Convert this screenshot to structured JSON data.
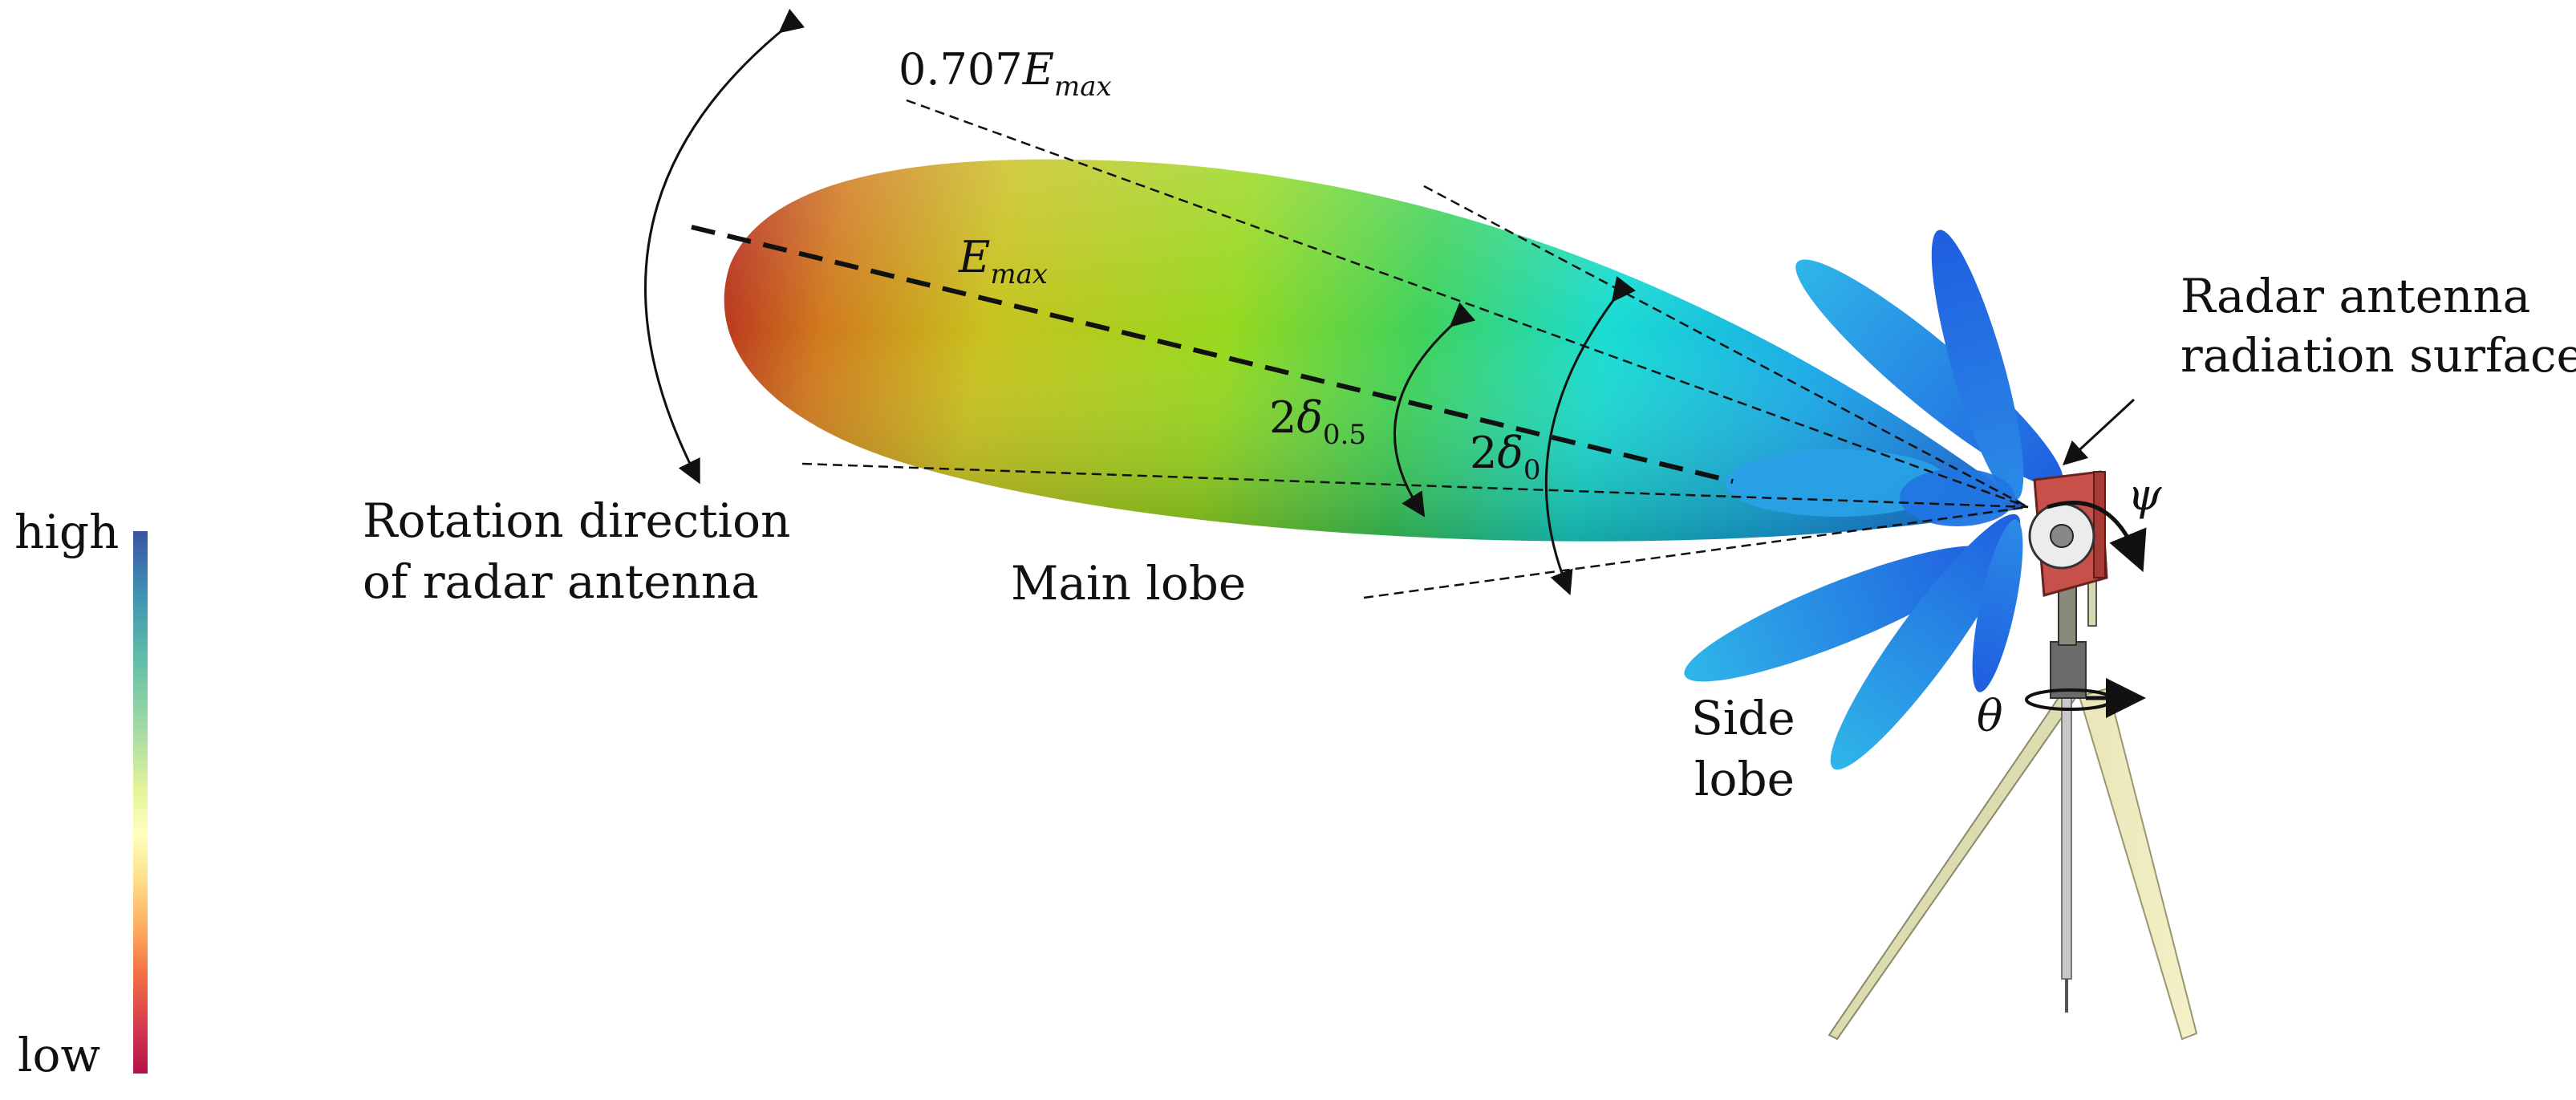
{
  "colorbar": {
    "label_high": "high",
    "label_low": "low",
    "gradient": [
      "#3b53a4",
      "#3f94b4",
      "#66c2a5",
      "#abdda4",
      "#e6f598",
      "#ffffbf",
      "#fee08b",
      "#fdae61",
      "#f46d43",
      "#d53e4f",
      "#b6124a"
    ]
  },
  "labels": {
    "threshold": {
      "coef": "0.707",
      "var": "E",
      "sub": "max"
    },
    "emax": {
      "var": "E",
      "sub": "max"
    },
    "half_power_angle": {
      "coef": "2",
      "var": "δ",
      "sub": "0.5"
    },
    "null_angle": {
      "coef": "2",
      "var": "δ",
      "sub": "0"
    },
    "rotation_line1": "Rotation direction",
    "rotation_line2": "of radar antenna",
    "main_lobe": "Main lobe",
    "side_lobe_line1": "Side",
    "side_lobe_line2": "lobe",
    "surface_line1": "Radar antenna",
    "surface_line2": "radiation surface",
    "psi": "ψ",
    "theta": "θ"
  },
  "colors": {
    "lobe_far": "#b8321e",
    "lobe_mid": "#96d81e",
    "lobe_near": "#19dcd2",
    "lobe_base": "#1a5fe0",
    "antenna_body": "#c8504a"
  }
}
